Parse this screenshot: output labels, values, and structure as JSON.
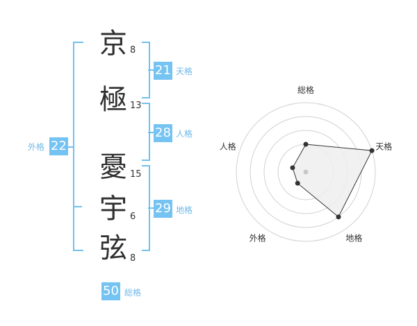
{
  "name": {
    "chars": [
      {
        "char": "京",
        "strokes": "8"
      },
      {
        "char": "極",
        "strokes": "13"
      },
      {
        "char": "憂",
        "strokes": "15"
      },
      {
        "char": "宇",
        "strokes": "6"
      },
      {
        "char": "弦",
        "strokes": "8"
      }
    ]
  },
  "fortunes": {
    "tenkaku": {
      "value": "21",
      "label": "天格"
    },
    "jinkaku": {
      "value": "28",
      "label": "人格"
    },
    "chikaku": {
      "value": "29",
      "label": "地格"
    },
    "gaikaku": {
      "value": "22",
      "label": "外格"
    },
    "soukaku": {
      "value": "50",
      "label": "総格"
    }
  },
  "chart_data": {
    "type": "radar",
    "axes": [
      "総格",
      "天格",
      "地格",
      "外格",
      "人格"
    ],
    "values": [
      2,
      5,
      4,
      1,
      1
    ],
    "max": 5,
    "rings": 4,
    "colors": {
      "fill": "#efefef",
      "stroke": "#333333",
      "ring": "#d0d0d0"
    }
  }
}
